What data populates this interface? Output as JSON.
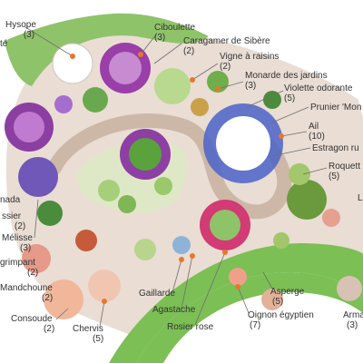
{
  "plants": {
    "hysope": {
      "name": "Hysope",
      "qty": "(3)"
    },
    "ciboulette": {
      "name": "Ciboulette",
      "qty": "(3)"
    },
    "caragana": {
      "name": "Caragamer de Sibère",
      "qty": "(2)"
    },
    "vigne": {
      "name": "Vigne à raisins",
      "qty": "(2)"
    },
    "monarde": {
      "name": "Monarde des jardins",
      "qty": "(3)"
    },
    "violette": {
      "name": "Violette odorante",
      "qty": "(5)"
    },
    "prunier": {
      "name": "Prunier 'Mon"
    },
    "ail": {
      "name": "Ail",
      "qty": "(10)"
    },
    "estragon": {
      "name": "Estragon ru"
    },
    "roquette": {
      "name": "Roquett",
      "qty": "(5)"
    },
    "l_edge": {
      "name": "L"
    },
    "te_edge": {
      "name": "té"
    },
    "nada": {
      "name": "nada"
    },
    "ssier": {
      "name": "ssier",
      "qty": "(2)"
    },
    "melisse": {
      "name": "Mélisse",
      "qty": "(3)"
    },
    "grimpant": {
      "name": "grimpant",
      "qty": "(2)"
    },
    "mandchoune": {
      "name": "Mandchoune",
      "qty": "(2)"
    },
    "consoude": {
      "name": "Consoude",
      "qty": "(2)"
    },
    "chervis": {
      "name": "Chervis",
      "qty": "(5)"
    },
    "gaillarde": {
      "name": "Gaillarde"
    },
    "agastache": {
      "name": "Agastache"
    },
    "rosier": {
      "name": "Rosier rose"
    },
    "asperge": {
      "name": "Asperge",
      "qty": "(5)"
    },
    "oignon": {
      "name": "Oignon égyptien",
      "qty": "(7)"
    },
    "arma": {
      "name": "Arma",
      "qty": "(3)"
    }
  }
}
